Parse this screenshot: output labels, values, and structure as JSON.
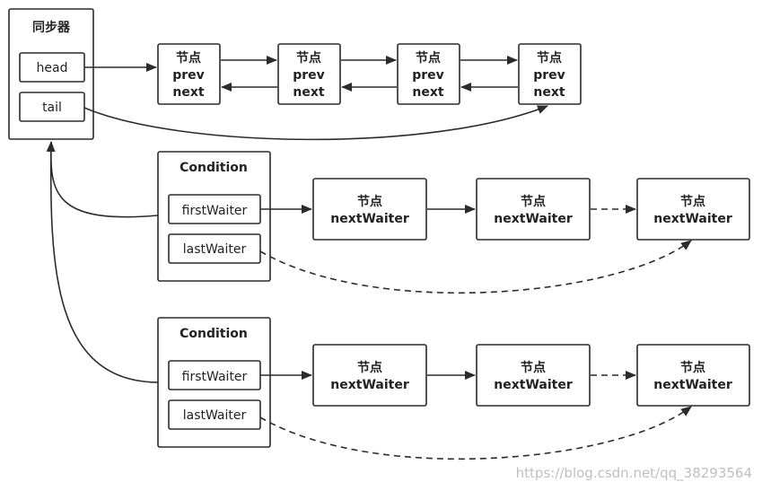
{
  "sync": {
    "title": "同步器",
    "head": "head",
    "tail": "tail"
  },
  "node_title": "节点",
  "field_prev": "prev",
  "field_next": "next",
  "field_next_waiter": "nextWaiter",
  "condition": {
    "title": "Condition",
    "first": "firstWaiter",
    "last": "lastWaiter"
  },
  "watermark": "https://blog.csdn.net/qq_38293564",
  "colors": {
    "stroke": "#2b2b2b",
    "background": "#ffffff",
    "watermark": "#bfbfbf"
  }
}
